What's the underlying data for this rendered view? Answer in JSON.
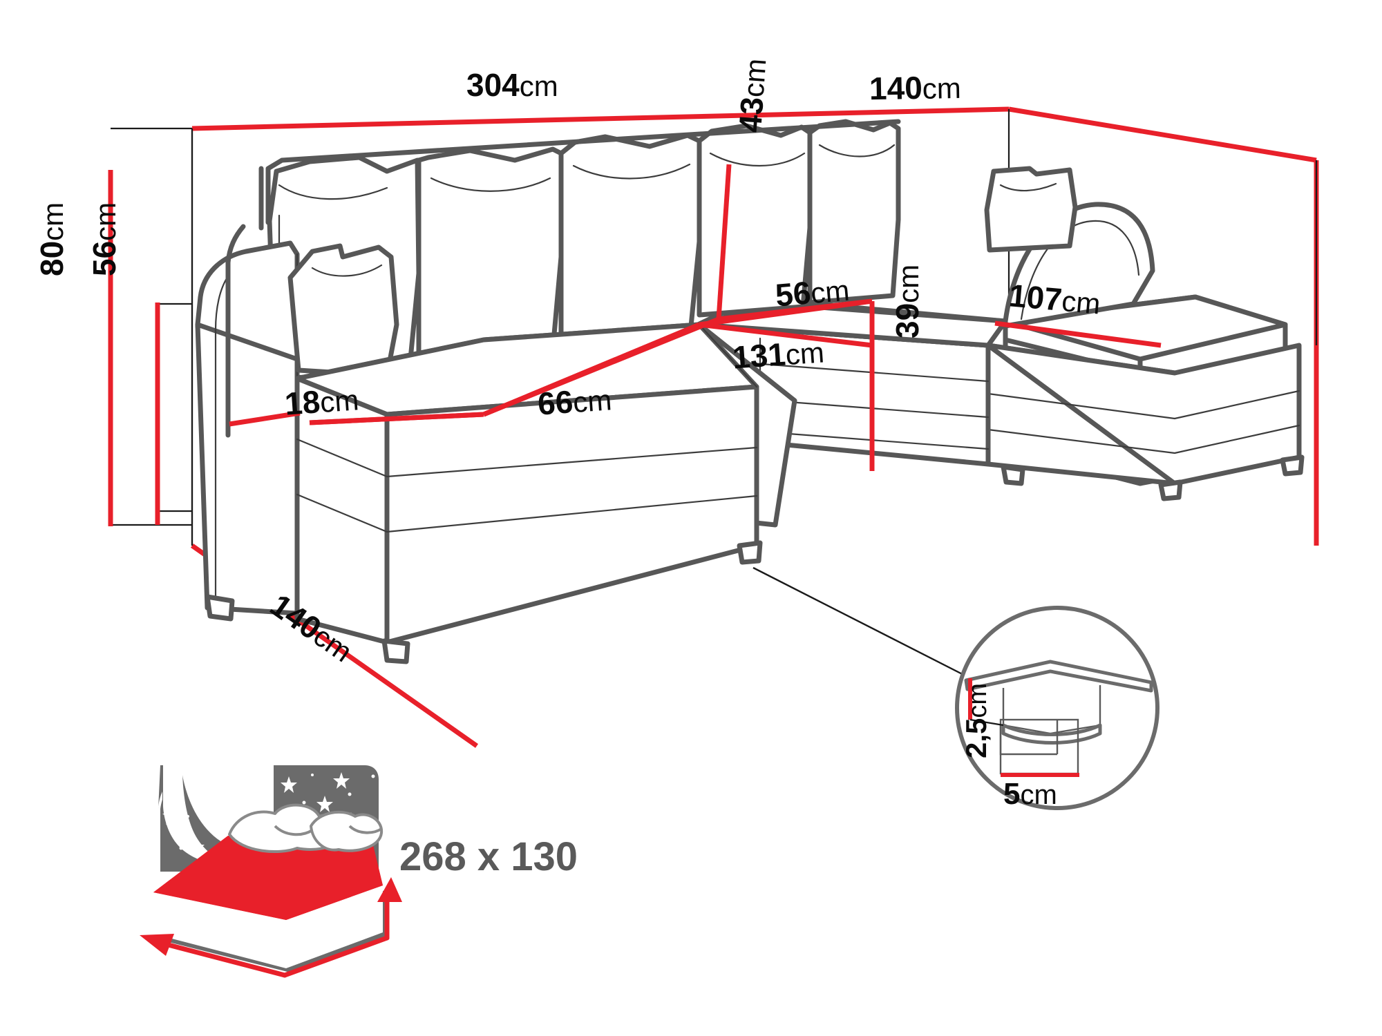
{
  "diagram": {
    "title": "Sofa dimension diagram",
    "accent_color": "#e8202a",
    "outline_color": "#575757",
    "text_color": "#0a0a0a",
    "unit": "cm"
  },
  "dimensions": {
    "total_width": {
      "value": "304",
      "unit": "cm",
      "name": "total-width"
    },
    "total_depth": {
      "value": "140",
      "unit": "cm",
      "name": "total-depth-right"
    },
    "total_height": {
      "value": "80",
      "unit": "cm",
      "name": "total-height"
    },
    "seat_back_height": {
      "value": "56",
      "unit": "cm",
      "name": "back-height"
    },
    "backrest_height": {
      "value": "43",
      "unit": "cm",
      "name": "backrest-height"
    },
    "seat_depth": {
      "value": "56",
      "unit": "cm",
      "name": "seat-depth"
    },
    "chaise_length": {
      "value": "107",
      "unit": "cm",
      "name": "chaise-length"
    },
    "corner_width": {
      "value": "131",
      "unit": "cm",
      "name": "corner-width"
    },
    "seat_height": {
      "value": "39",
      "unit": "cm",
      "name": "seat-height"
    },
    "seat_width": {
      "value": "66",
      "unit": "cm",
      "name": "seat-width"
    },
    "armrest_width": {
      "value": "18",
      "unit": "cm",
      "name": "armrest-width"
    },
    "side_depth": {
      "value": "140",
      "unit": "cm",
      "name": "side-depth"
    },
    "foot_height": {
      "value": "2,5",
      "unit": "cm",
      "name": "foot-height"
    },
    "foot_width": {
      "value": "5",
      "unit": "cm",
      "name": "foot-width"
    }
  },
  "sleeping_area": {
    "label": "268 x 130",
    "icon": "night-bed-icon",
    "icon_colors": {
      "night": "#6b6b6b",
      "mattress": "#e8202a",
      "linen": "#ffffff"
    }
  },
  "detail_callout": {
    "name": "foot-detail-circle",
    "height_label": "2,5",
    "height_unit": "cm",
    "width_label": "5",
    "width_unit": "cm"
  }
}
